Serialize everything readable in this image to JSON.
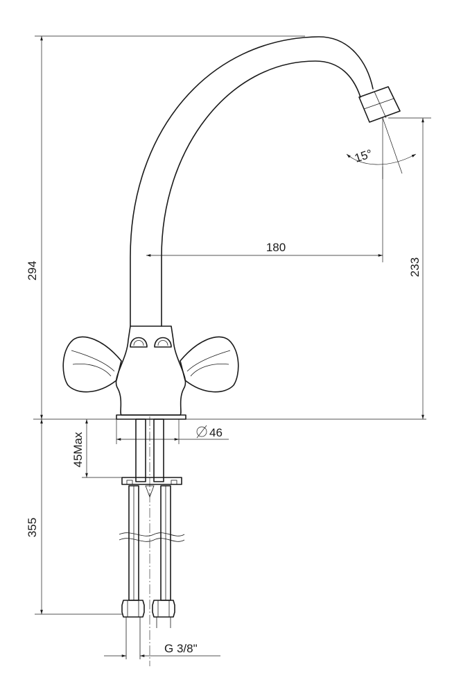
{
  "dimensions": {
    "total_height": "294",
    "reach": "180",
    "outlet_height": "233",
    "spout_angle": "15°",
    "base_diameter": "46",
    "max_counter_thickness": "45Max",
    "hose_length": "355",
    "connection_thread": "G 3/8\""
  },
  "icons": {
    "diameter_symbol": "diameter-icon"
  },
  "colors": {
    "line": "#1a1a1a",
    "background": "#ffffff"
  }
}
